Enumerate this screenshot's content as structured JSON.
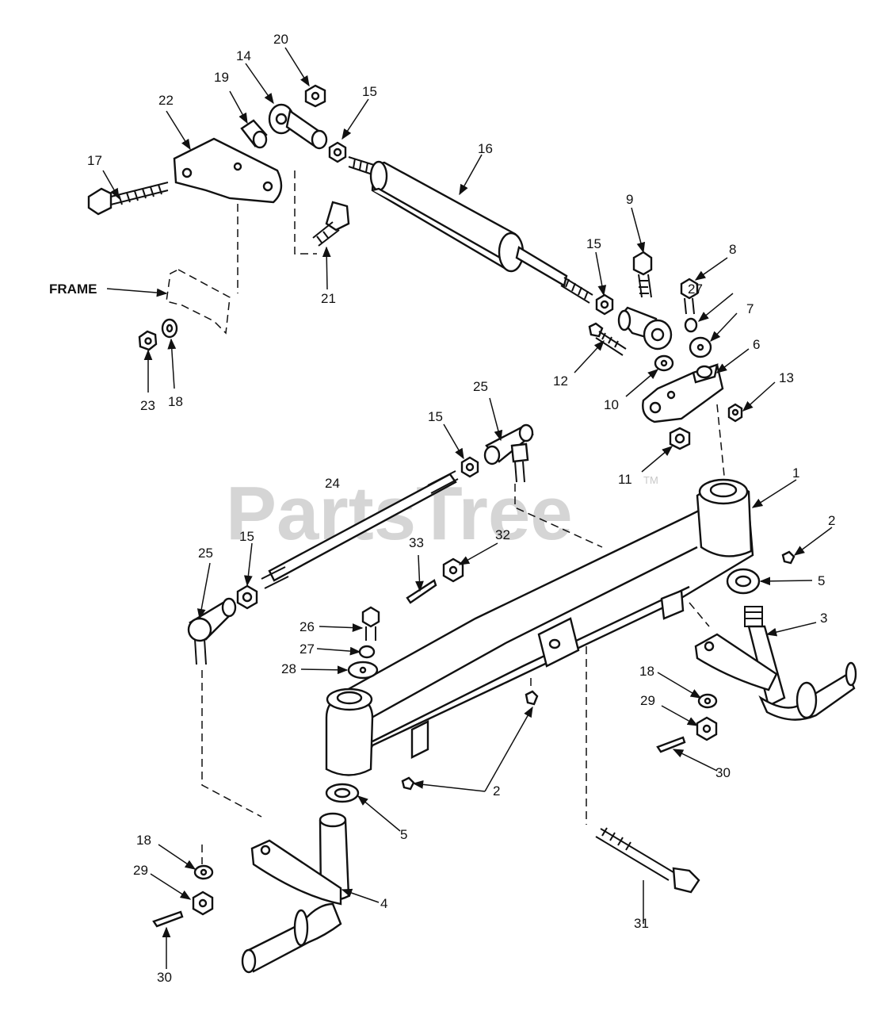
{
  "watermark": {
    "text": "PartsTree",
    "tm": "TM"
  },
  "labels": {
    "frame": "FRAME",
    "p1": "1",
    "p2a": "2",
    "p2b": "2",
    "p3": "3",
    "p4": "4",
    "p5a": "5",
    "p5b": "5",
    "p6": "6",
    "p7": "7",
    "p8": "8",
    "p9": "9",
    "p10": "10",
    "p11": "11",
    "p12": "12",
    "p13": "13",
    "p14": "14",
    "p15a": "15",
    "p15b": "15",
    "p15c": "15",
    "p15d": "15",
    "p16": "16",
    "p17": "17",
    "p18a": "18",
    "p18b": "18",
    "p18c": "18",
    "p19": "19",
    "p20": "20",
    "p21": "21",
    "p22": "22",
    "p23": "23",
    "p24": "24",
    "p25a": "25",
    "p25b": "25",
    "p26": "26",
    "p27a": "27",
    "p27b": "27",
    "p28": "28",
    "p29a": "29",
    "p29b": "29",
    "p30a": "30",
    "p30b": "30",
    "p31": "31",
    "p32": "32",
    "p33": "33"
  }
}
